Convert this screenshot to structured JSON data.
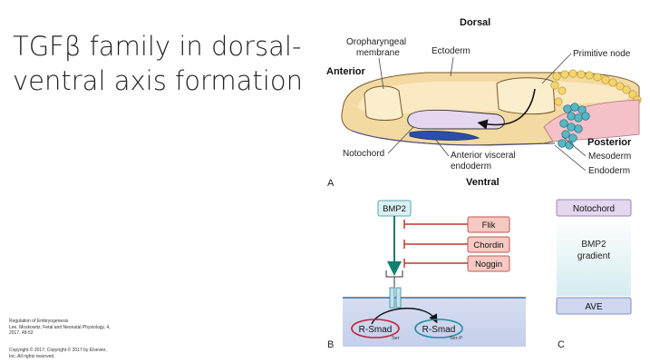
{
  "slide": {
    "title_lines": [
      "TGFβ family in dorsal-",
      "ventral axis formation"
    ],
    "citation_lines": [
      "Regulation of Embryogenesis",
      "Lee, Moskowitz, Fetal and Neonatal Physiology, 4,",
      "2017, 48-52"
    ],
    "copyright_lines": [
      "Copyright © 2017, Copyright © 2017 by Elsevier,",
      "Inc. All rights reserved."
    ]
  },
  "panel_a": {
    "letter": "A",
    "orientation": {
      "top": "Dorsal",
      "bottom": "Ventral",
      "left": "Anterior",
      "right": "Posterior"
    },
    "labels": {
      "oropharyngeal_line1": "Oropharyngeal",
      "oropharyngeal_line2": "membrane",
      "ectoderm": "Ectoderm",
      "primitive_node": "Primitive node",
      "notochord": "Notochord",
      "avendo_line1": "Anterior visceral",
      "avendo_line2": "endoderm",
      "mesoderm": "Mesoderm",
      "endoderm": "Endoderm"
    }
  },
  "panel_b": {
    "letter": "B",
    "ligand": "BMP2",
    "inhibitors": [
      "Flik",
      "Chordin",
      "Noggin"
    ],
    "smad_left": "R-Smad",
    "smad_left_sub": "Ser",
    "smad_right": "R-Smad",
    "smad_right_sub": "Ser-P"
  },
  "panel_c": {
    "letter": "C",
    "notochord": "Notochord",
    "gradient_line1": "BMP2",
    "gradient_line2": "gradient",
    "ave": "AVE"
  },
  "colors": {
    "ectoderm": "#f3d9a2",
    "notochord": "#e4d7ef",
    "bmp2_box": "#dbf1f2",
    "inhibitor_box": "#f6c9c3",
    "inhibitor_line": "#c0392b",
    "bmp_arrow": "#10806f",
    "membrane_area": "#cfd8ef",
    "smad_red": "#c0243b",
    "smad_teal": "#1f8fa0"
  }
}
